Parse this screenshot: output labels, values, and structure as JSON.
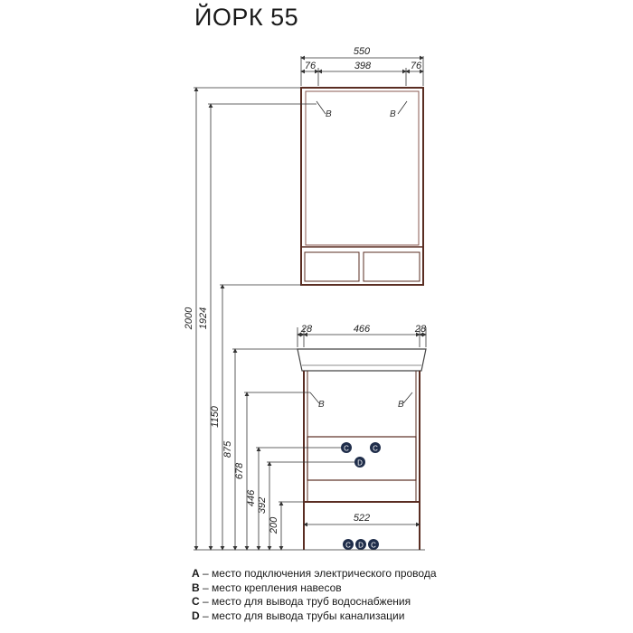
{
  "title": "ЙОРК 55",
  "top_dimensions": {
    "mirror_width": "550",
    "mirror_left": "76",
    "mirror_center": "398",
    "mirror_right": "76",
    "cabinet_left": "28",
    "cabinet_center": "466",
    "cabinet_right": "28",
    "cabinet_bottom": "522"
  },
  "height_dimensions": [
    "2000",
    "1924",
    "1150",
    "875",
    "678",
    "446",
    "392",
    "200"
  ],
  "markers": {
    "b": "B",
    "c": "C",
    "d": "D"
  },
  "legend": [
    {
      "letter": "A",
      "text": " – место подключения электрического провода"
    },
    {
      "letter": "B",
      "text": " – место крепления навесов"
    },
    {
      "letter": "C",
      "text": " – место для вывода труб водоснабжения"
    },
    {
      "letter": "D",
      "text": " – место для вывода трубы канализации"
    }
  ]
}
